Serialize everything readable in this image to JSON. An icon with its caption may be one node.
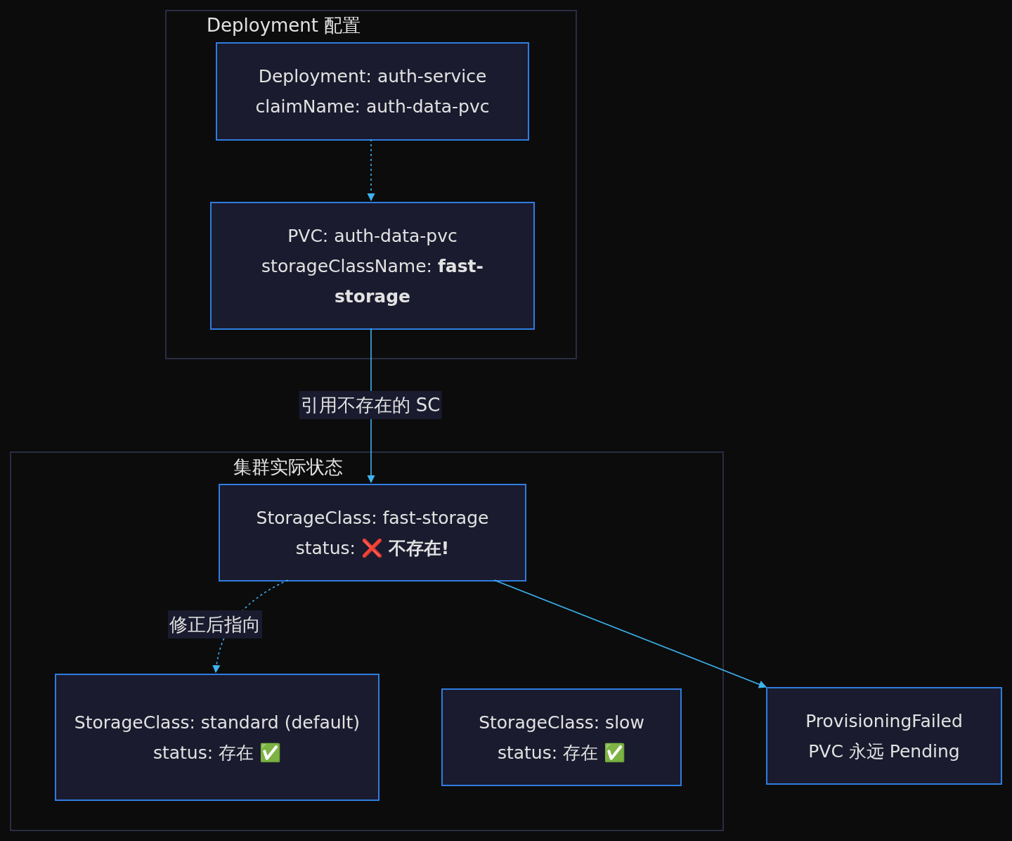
{
  "diagram": {
    "nodes": [
      {
        "text": [
          "Deployment 配置"
        ]
      },
      {
        "text": [
          "Deployment: auth-service",
          "claimName: auth-data-pvc"
        ],
        "in": 0
      },
      {
        "text": [
          "PVC: auth-data-pvc",
          "storageClassName: **fast-storage**"
        ],
        "in": 0
      },
      {
        "text": [
          "集群实际状态"
        ]
      },
      {
        "text": [
          "StorageClass: fast-storage",
          "status: ❌ **不存在!**"
        ],
        "in": 3
      },
      {
        "text": [
          "StorageClass: standard (default)",
          "status: 存在 ✅"
        ],
        "in": 3
      },
      {
        "text": [
          "StorageClass: slow",
          "status: 存在 ✅"
        ],
        "in": 3
      },
      {
        "text": [
          "ProvisioningFailed",
          "PVC 永远 Pending"
        ]
      }
    ],
    "edges": [
      {
        "from": 1,
        "to": 2,
        "arrow": "to",
        "style": "dashed"
      },
      {
        "from": 2,
        "to": 4,
        "arrow": "to",
        "label": "引用不存在的 SC"
      },
      {
        "from": 4,
        "to": 5,
        "arrow": "to",
        "style": "dashed",
        "label": "修正后指向"
      },
      {
        "from": 4,
        "to": 7,
        "arrow": "to"
      }
    ]
  }
}
